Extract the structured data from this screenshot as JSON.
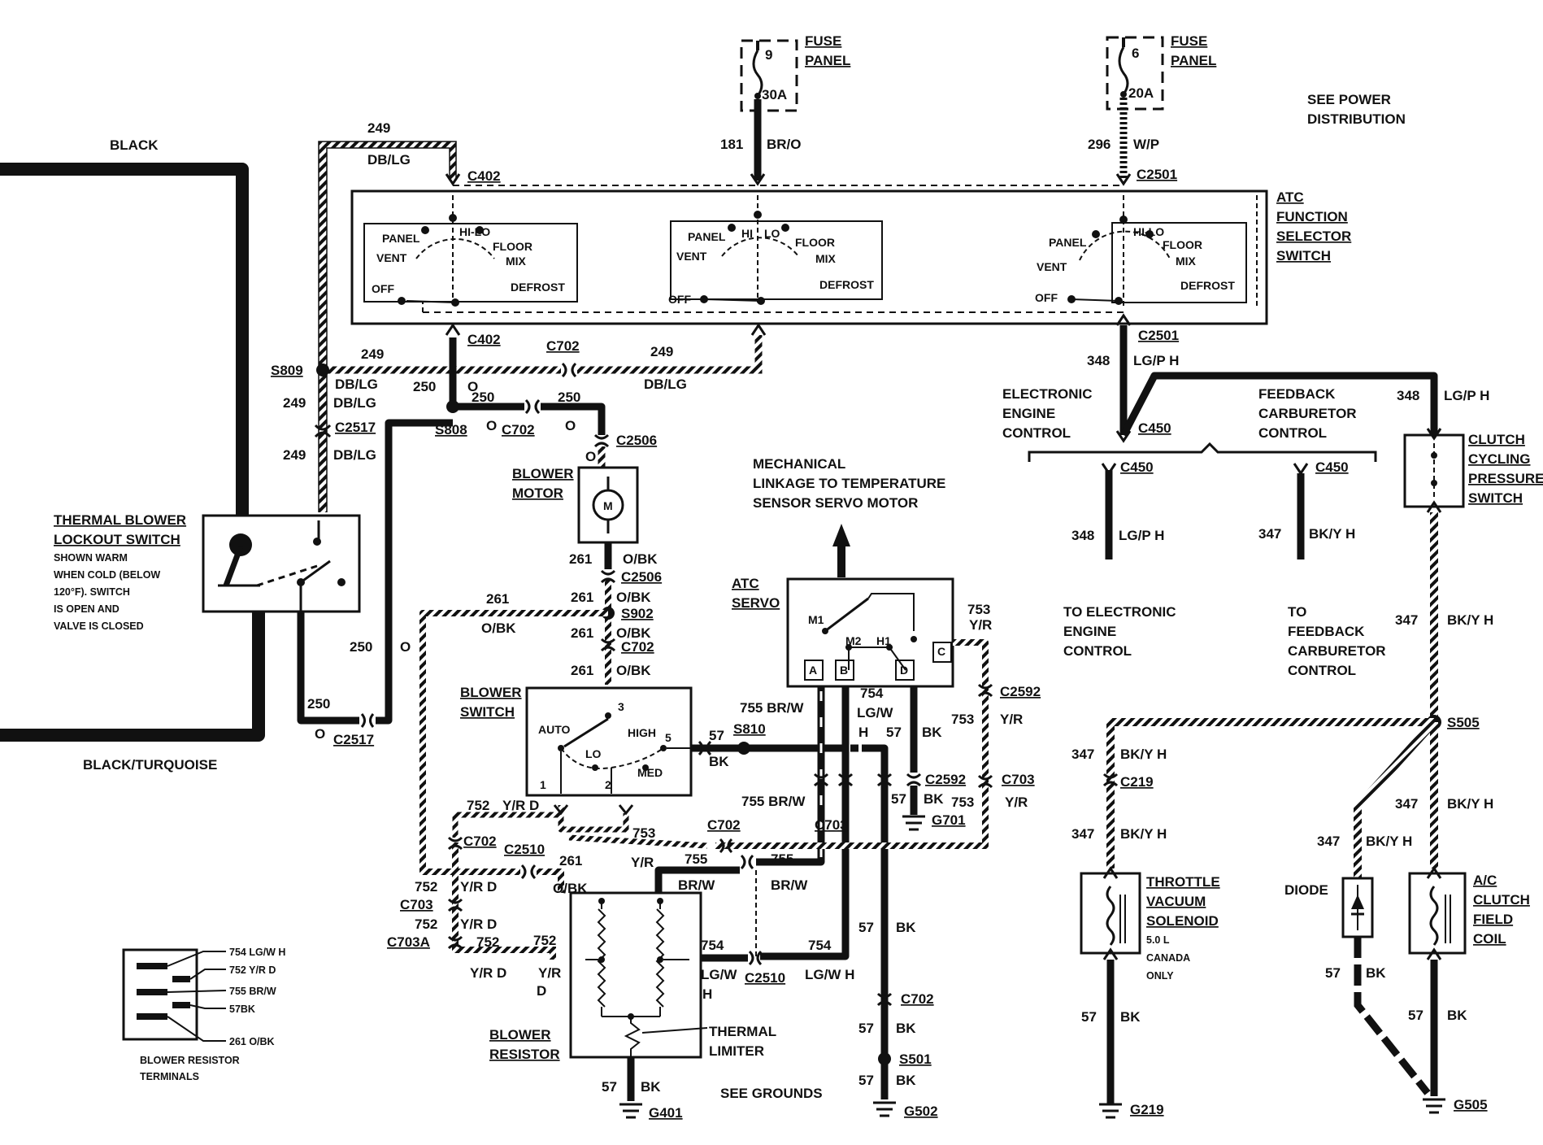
{
  "wire_labels": {
    "black": "BLACK",
    "black_turquoise": "BLACK/TURQUOISE",
    "w249": "249",
    "dblg": "DB/LG",
    "w181": "181",
    "bro": "BR/O",
    "w296": "296",
    "wp": "W/P",
    "w250": "250",
    "o": "O",
    "w261": "261",
    "obk": "O/BK",
    "w348": "348",
    "lgph": "LG/P H",
    "w347": "347",
    "bkyh": "BK/Y H",
    "w57": "57",
    "bk": "BK",
    "w752": "752",
    "yrd": "Y/R D",
    "yr_d_stack_1": "Y/R",
    "yr_d_stack_2": "D",
    "w753": "753",
    "yr": "Y/R",
    "w754": "754",
    "lgwh": "LG/W H",
    "lgw": "LG/W",
    "h": "H",
    "w755": "755",
    "brw": "BR/W",
    "w755brw": "755 BR/W",
    "yrd_s": "Y/R D",
    "s57": "57"
  },
  "fuse_9": {
    "num": "9",
    "amp": "30A",
    "label1": "FUSE",
    "label2": "PANEL"
  },
  "fuse_6": {
    "num": "6",
    "amp": "20A",
    "label1": "FUSE",
    "label2": "PANEL"
  },
  "see_power": {
    "line1": "SEE POWER",
    "line2": "DISTRIBUTION"
  },
  "connectors": {
    "c402": "C402",
    "c2501": "C2501",
    "c702": "C702",
    "c2517": "C2517",
    "c2506": "C2506",
    "c450": "C450",
    "c2592": "C2592",
    "c703": "C703",
    "c703a": "C703A",
    "c2510": "C2510",
    "c219": "C219"
  },
  "splices": {
    "s809": "S809",
    "s808": "S808",
    "s902": "S902",
    "s810": "S810",
    "s505": "S505",
    "s501": "S501"
  },
  "grounds": {
    "g701": "G701",
    "g401": "G401",
    "g502": "G502",
    "g219": "G219",
    "g505": "G505",
    "see_grounds": "SEE GROUNDS"
  },
  "atc_switch": {
    "title_lines": [
      "ATC",
      "FUNCTION",
      "SELECTOR",
      "SWITCH"
    ],
    "panel": "PANEL",
    "vent": "VENT",
    "off": "OFF",
    "hilo": "HI-LO",
    "hi": "HI",
    "lo": "LO",
    "floor": "FLOOR",
    "mix": "MIX",
    "defrost": "DEFROST"
  },
  "thermal_switch": {
    "title1": "THERMAL BLOWER",
    "title2": "LOCKOUT SWITCH",
    "desc": [
      "SHOWN WARM",
      "WHEN COLD (BELOW",
      "120°F). SWITCH",
      "IS OPEN AND",
      "VALVE IS CLOSED"
    ]
  },
  "blower_motor": {
    "line1": "BLOWER",
    "line2": "MOTOR",
    "m": "M"
  },
  "blower_switch": {
    "line1": "BLOWER",
    "line2": "SWITCH",
    "auto": "AUTO",
    "lo": "LO",
    "med": "MED",
    "high": "HIGH",
    "p1": "1",
    "p2": "2",
    "p3": "3",
    "p5": "5"
  },
  "blower_resistor": {
    "line1": "BLOWER",
    "line2": "RESISTOR",
    "thermal1": "THERMAL",
    "thermal2": "LIMITER"
  },
  "atc_servo": {
    "line1": "ATC",
    "line2": "SERVO",
    "m1": "M1",
    "m2": "M2",
    "h1": "H1",
    "a": "A",
    "b": "B",
    "c": "C",
    "d": "D"
  },
  "mechanical": [
    "MECHANICAL",
    "LINKAGE TO TEMPERATURE",
    "SENSOR SERVO MOTOR"
  ],
  "eec": {
    "line1": "ELECTRONIC",
    "line2": "ENGINE",
    "line3": "CONTROL"
  },
  "fcc": {
    "line1": "FEEDBACK",
    "line2": "CARBURETOR",
    "line3": "CONTROL"
  },
  "to_eec": [
    "TO ELECTRONIC",
    "ENGINE",
    "CONTROL"
  ],
  "to_fcc": [
    "TO",
    "FEEDBACK",
    "CARBURETOR",
    "CONTROL"
  ],
  "clutch_switch": [
    "CLUTCH",
    "CYCLING",
    "PRESSURE",
    "SWITCH"
  ],
  "throttle": {
    "lines": [
      "THROTTLE",
      "VACUUM",
      "SOLENOID"
    ],
    "note": [
      "5.0 L",
      "CANADA",
      "ONLY"
    ]
  },
  "diode": "DIODE",
  "ac_clutch": [
    "A/C",
    "CLUTCH",
    "FIELD",
    "COIL"
  ],
  "resistor_terminals": {
    "rows": [
      "754   LG/W H",
      "752 Y/R D",
      "755 BR/W",
      "57BK",
      "261 O/BK"
    ],
    "caption1": "BLOWER RESISTOR",
    "caption2": "TERMINALS"
  }
}
